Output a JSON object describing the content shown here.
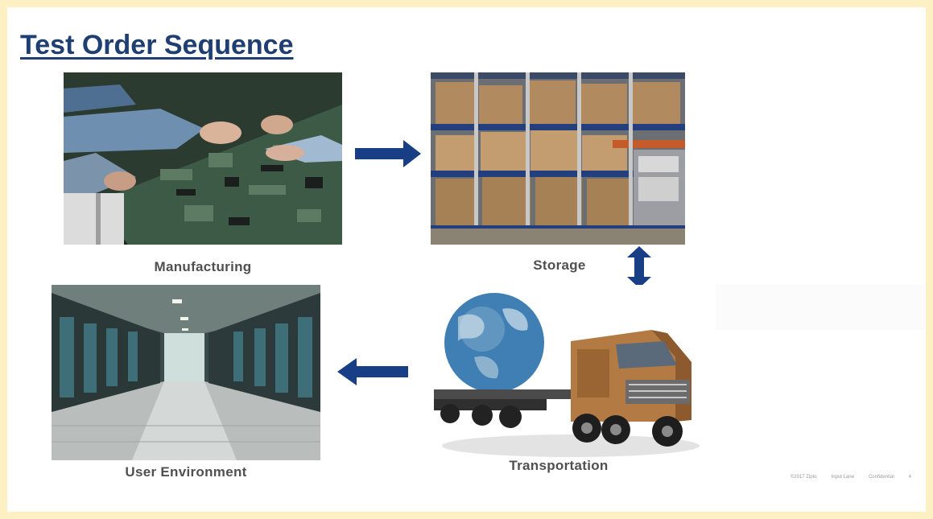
{
  "slide": {
    "title": "Test Order Sequence"
  },
  "stages": {
    "manufacturing": "Manufacturing",
    "storage": "Storage",
    "transportation": "Transportation",
    "user_environment": "User Environment"
  },
  "footer": {
    "copyright": "©2017 Zipto",
    "part": "Input Lane",
    "classification": "Confidential",
    "page": "4"
  },
  "icons": {
    "flow_right": "arrow-right-icon",
    "flow_bidirectional": "arrow-up-down-icon",
    "flow_left": "arrow-left-icon"
  },
  "colors": {
    "title": "#1f3f73",
    "arrow": "#183f86",
    "page_border": "#fdf0c2"
  }
}
